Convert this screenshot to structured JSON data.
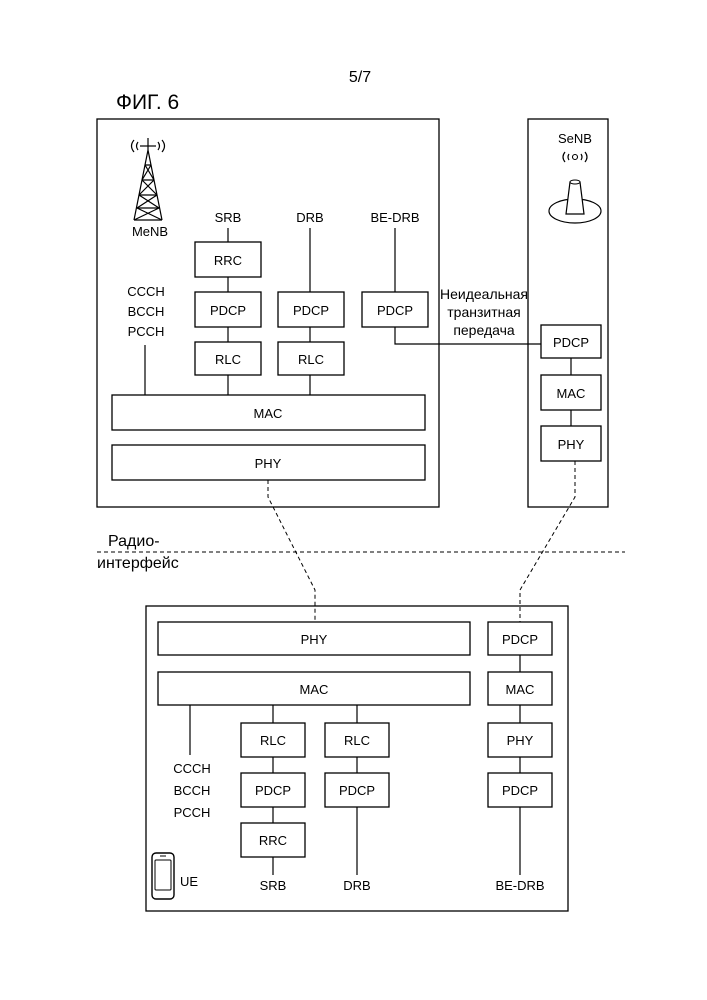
{
  "page_number": "5/7",
  "figure_title": "ФИГ. 6",
  "menb": {
    "label": "MeNB",
    "channels": [
      "CCCH",
      "BCCH",
      "PCCH"
    ],
    "bearer_labels": {
      "srb": "SRB",
      "drb": "DRB",
      "be_drb": "BE-DRB"
    },
    "rrc": "RRC",
    "pdcp": "PDCP",
    "rlc": "RLC",
    "mac": "MAC",
    "phy": "PHY"
  },
  "senb": {
    "label": "SeNB",
    "pdcp": "PDCP",
    "mac": "MAC",
    "phy": "PHY"
  },
  "backhaul_label": [
    "Неидеальная",
    "транзитная",
    "передача"
  ],
  "radio_interface_label": [
    "Радио-",
    "интерфейс"
  ],
  "ue": {
    "label": "UE",
    "phy": "PHY",
    "mac": "MAC",
    "rlc": "RLC",
    "pdcp": "PDCP",
    "rrc": "RRC",
    "channels": [
      "CCCH",
      "BCCH",
      "PCCH"
    ],
    "bearer_labels": {
      "srb": "SRB",
      "drb": "DRB",
      "be_drb": "BE-DRB"
    },
    "secondary_stack": {
      "pdcp_top": "PDCP",
      "mac": "MAC",
      "phy": "PHY",
      "pdcp_bottom": "PDCP"
    }
  }
}
